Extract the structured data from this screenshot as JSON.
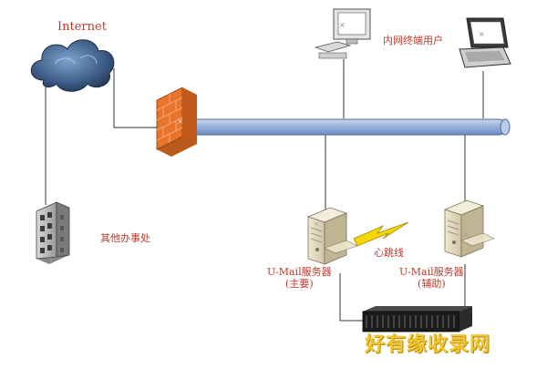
{
  "diagram": {
    "internet_label": "Internet",
    "intranet_user_label": "内网终端用户",
    "other_office_label": "其他办事处",
    "main_server_label_line1": "U-Mail服务器",
    "main_server_label_line2": "(主要)",
    "backup_server_label_line1": "U-Mail服务器",
    "backup_server_label_line2": "(辅助)",
    "heartbeat_label": "心跳线"
  },
  "watermark": {
    "text": "好有缘收录网"
  },
  "colors": {
    "label_red": "#c0392b",
    "backbone_blue": "#8eaad6",
    "firewall_orange": "#e8732a",
    "heartbeat_yellow": "#f5d60a",
    "watermark_yellow": "#f3c530"
  }
}
